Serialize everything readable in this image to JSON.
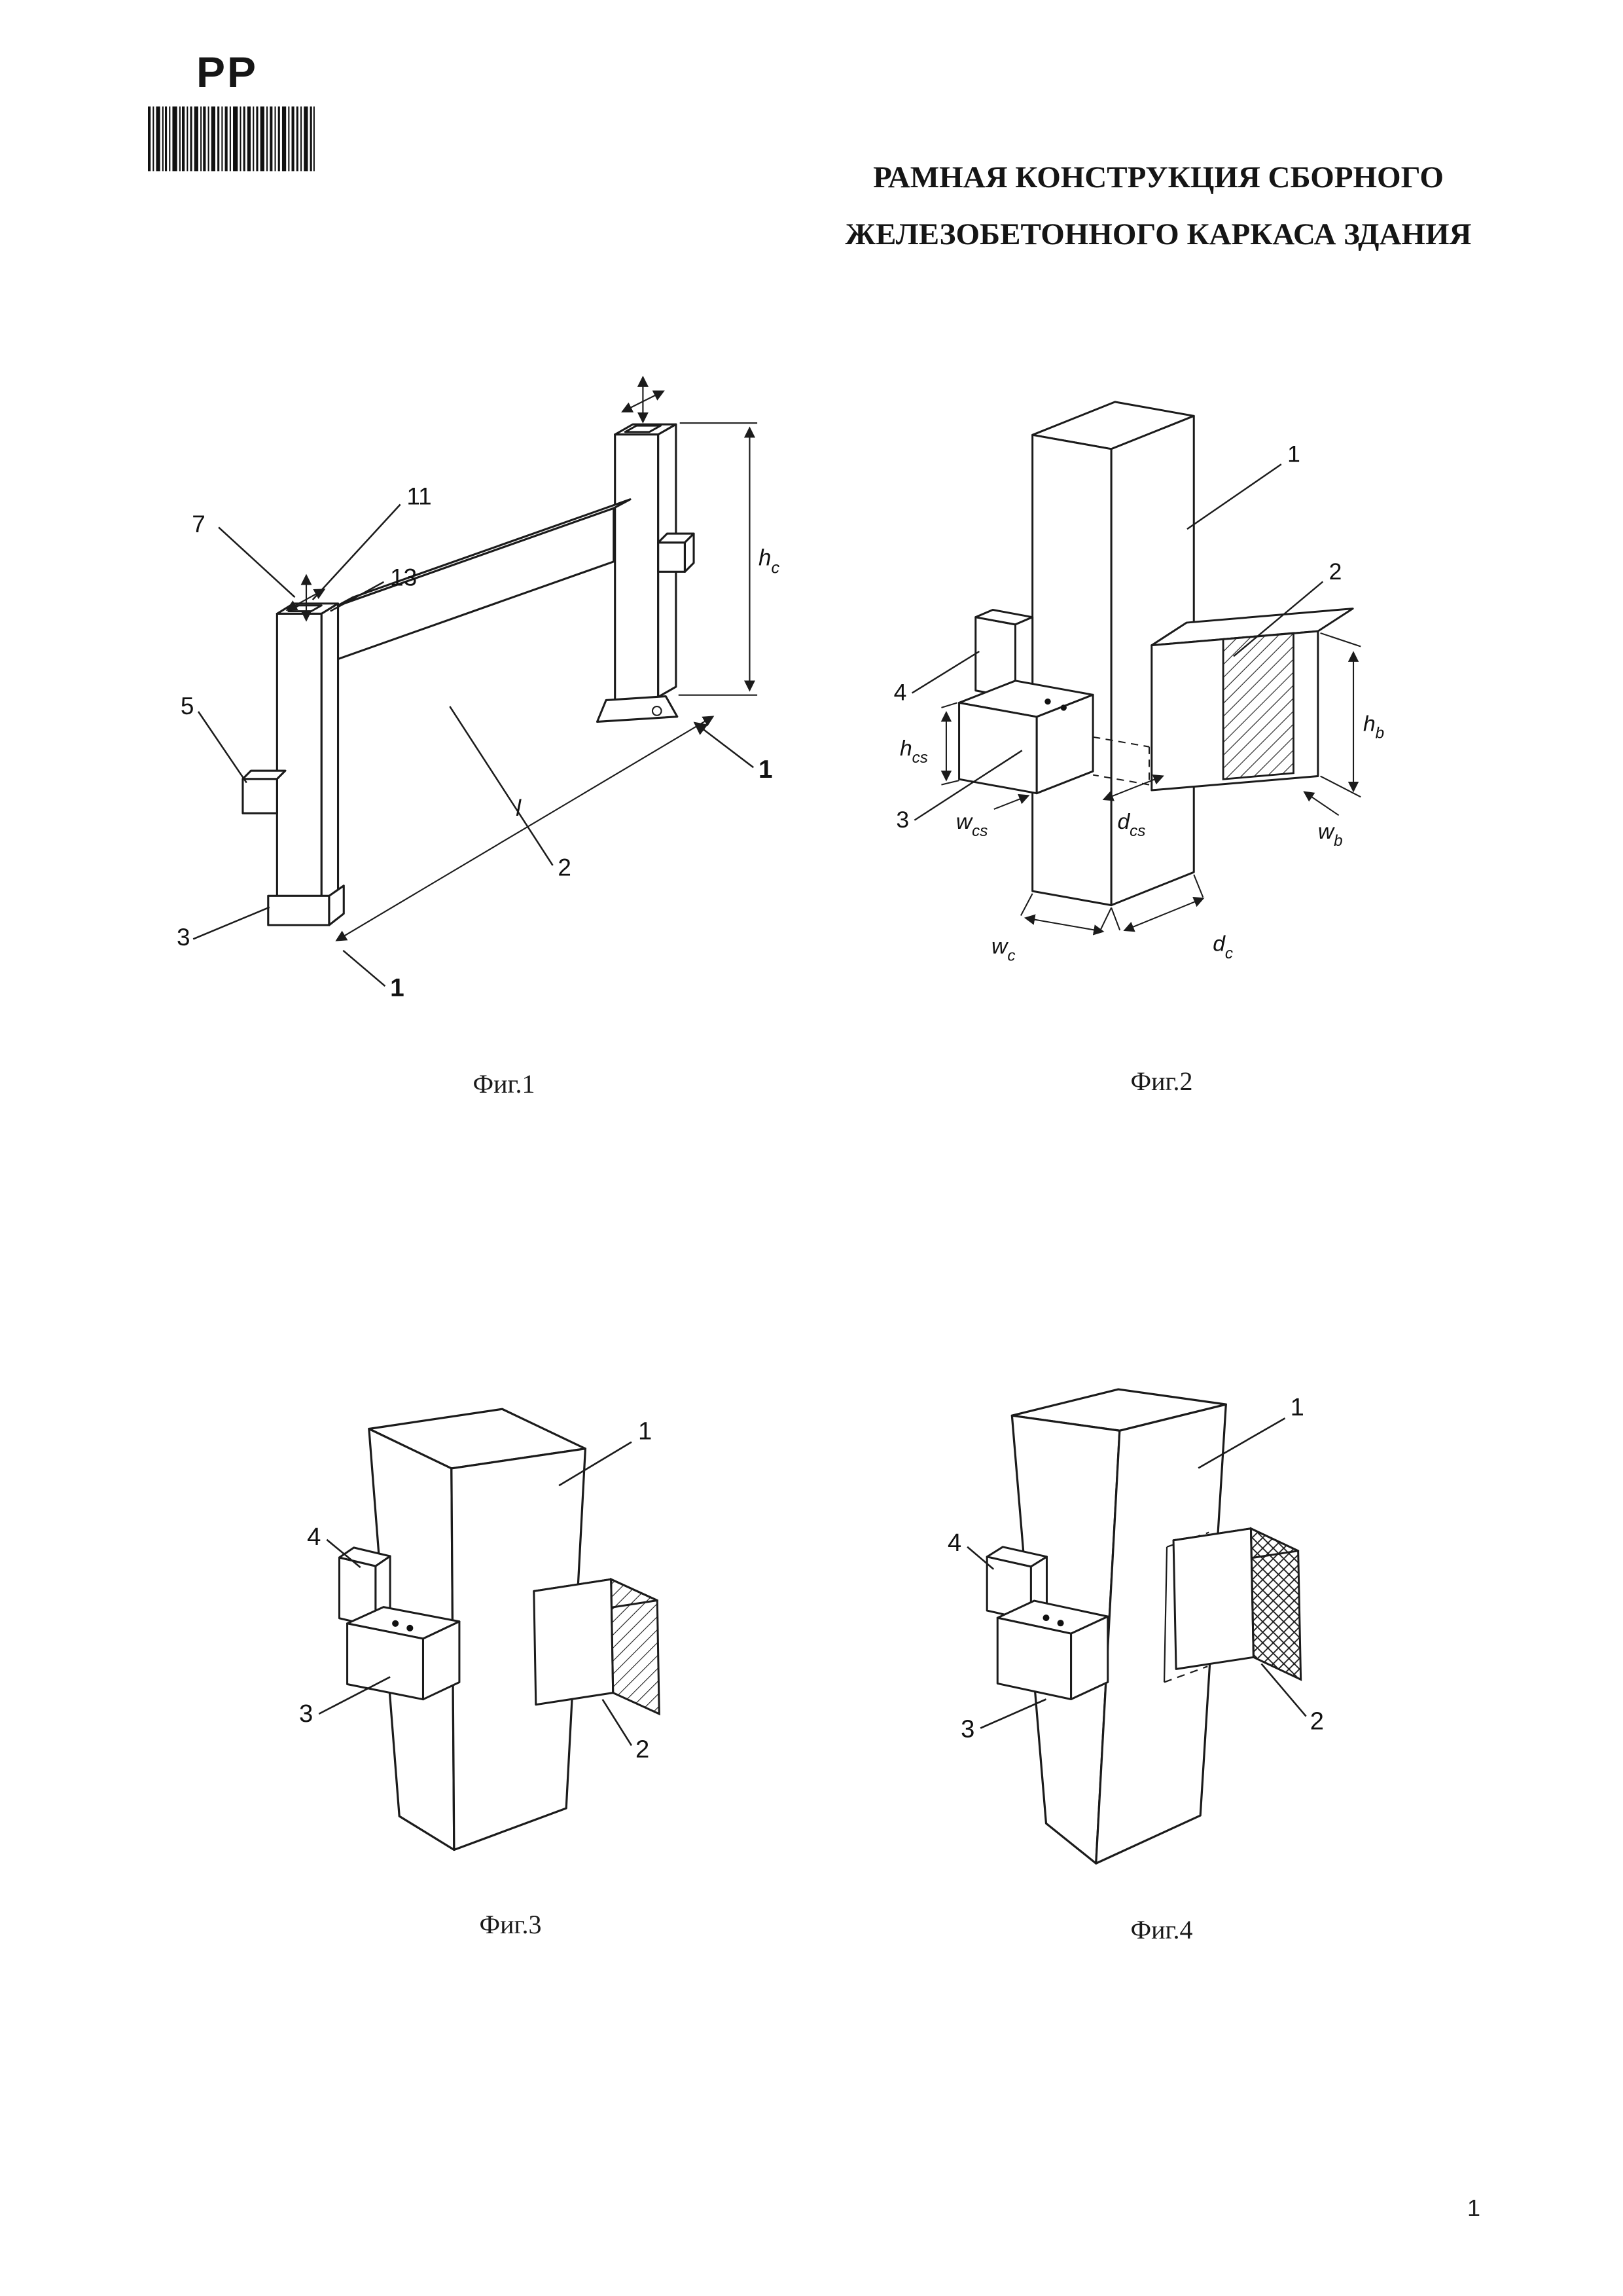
{
  "header": {
    "doc_mark": "PP",
    "title_line1": "РАМНАЯ КОНСТРУКЦИЯ СБОРНОГО",
    "title_line2": "ЖЕЛЕЗОБЕТОННОГО КАРКАСА ЗДАНИЯ"
  },
  "footer": {
    "page_number": "1"
  },
  "fig1": {
    "caption": "Фиг.1",
    "labels": {
      "n7": "7",
      "n11": "11",
      "n13": "13",
      "n5": "5",
      "n3": "3",
      "n2": "2",
      "n1a": "1",
      "n1b": "1"
    },
    "dims": {
      "hc_main": "h",
      "hc_sub": "c",
      "l": "l"
    }
  },
  "fig2": {
    "caption": "Фиг.2",
    "labels": {
      "n1": "1",
      "n2": "2",
      "n3": "3",
      "n4": "4"
    },
    "dims": {
      "hcs_main": "h",
      "hcs_sub": "cs",
      "wcs_main": "w",
      "wcs_sub": "cs",
      "dcs_main": "d",
      "dcs_sub": "cs",
      "hb_main": "h",
      "hb_sub": "b",
      "wb_main": "w",
      "wb_sub": "b",
      "wc_main": "w",
      "wc_sub": "c",
      "dc_main": "d",
      "dc_sub": "c"
    }
  },
  "fig3": {
    "caption": "Фиг.3",
    "labels": {
      "n1": "1",
      "n2": "2",
      "n3": "3",
      "n4": "4"
    }
  },
  "fig4": {
    "caption": "Фиг.4",
    "labels": {
      "n1": "1",
      "n2": "2",
      "n3": "3",
      "n4": "4"
    }
  }
}
